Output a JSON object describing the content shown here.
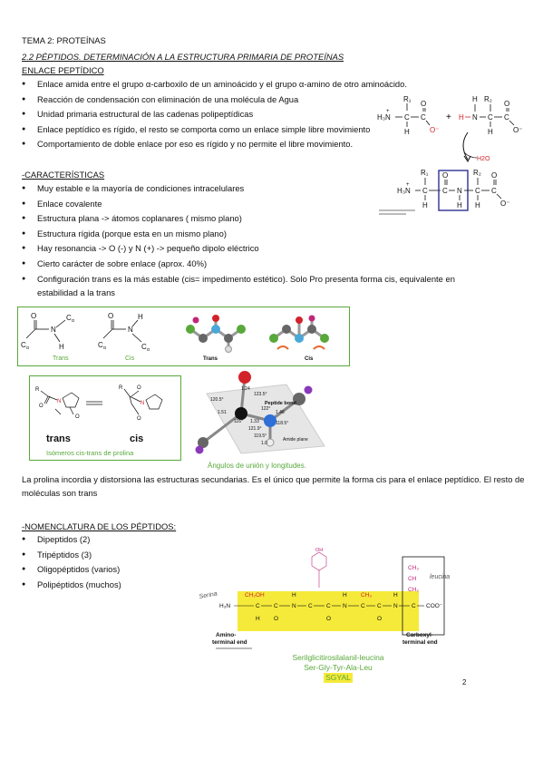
{
  "header": {
    "topic": "TEMA 2: PROTEÍNAS",
    "subtitle": "2.2 PÉPTIDOS. DETERMINACIÓN A LA ESTRUCTURA PRIMARIA DE PROTEÍNAS",
    "section1": "ENLACE PEPTÍDICO"
  },
  "enlace_bullets": [
    "Enlace amida entre el grupo α-carboxilo de un aminoácido y el grupo α-amino de otro aminoácido.",
    "Reacción de condensación con eliminación de una molécula de Agua",
    "Unidad primaria estructural de las cadenas polipeptídicas",
    "Enlace peptídico es rígido, el resto se comporta como un enlace simple libre movimiento",
    "Comportamiento de doble enlace por eso es rígido y no permite el libre movimiento."
  ],
  "section2": "-CARACTERÍSTICAS",
  "car_bullets": [
    "Muy estable e la mayoría de condiciones intracelulares",
    "Enlace covalente",
    "Estructura plana -> átomos coplanares ( mismo plano)",
    "Estructura rígida (porque esta en un mismo plano)",
    "Hay resonancia -> O  (-) y N  (+) -> pequeño dipolo eléctrico",
    "Cierto carácter de sobre enlace (aprox. 40%)",
    "Configuración trans es la más estable (cis= impedimento estético). Solo Pro presenta forma cis, equivalente en estabilidad a la trans"
  ],
  "reaction_fig": {
    "h2o": "H2O",
    "plus": "+"
  },
  "transcis_fig": {
    "trans": "Trans",
    "cis": "Cis"
  },
  "proline_fig": {
    "trans": "trans",
    "cis": "cis",
    "caption": "Isómeros cis-trans de prolina"
  },
  "angles_fig": {
    "peptide_bond": "Peptide bond",
    "amide_plane": "Amide plane",
    "caption": "Ángulos de unión y longitudes.",
    "labels": [
      "120.5°",
      "123.5°",
      "1.24",
      "122°",
      "1.51",
      "1.33",
      "1.46",
      "116°",
      "121.9°",
      "119.5°",
      "118.5°",
      "1.0"
    ]
  },
  "proline_text": "La prolina incordia y distorsiona las estructuras secundarias. Es el único que permite la forma cis para el enlace peptídico. El resto de moléculas son trans",
  "section3": "-NOMENCLATURA DE LOS PÉPTIDOS:",
  "nom_bullets": [
    "Dipeptidos (2)",
    "Tripéptidos (3)",
    "Oligopéptidos (varios)",
    "Polipéptidos (muchos)"
  ],
  "peptide_fig": {
    "amino_end": "Amino-",
    "amino_end2": "terminal end",
    "carboxyl_end": "Carboxyl-",
    "carboxyl_end2": "terminal end",
    "serina": "Serina",
    "leucina": "leucina",
    "name1": "Serilglicitirosilalanil-leucina",
    "name2": "Ser-Gly-Tyr-Ala-Leu",
    "name3": "SGYAL"
  },
  "page_number": "2",
  "colors": {
    "green": "#58a83a",
    "yellow": "#f5ea3a",
    "red": "#d2232a",
    "blue": "#2e3192",
    "magenta": "#c0267a"
  }
}
